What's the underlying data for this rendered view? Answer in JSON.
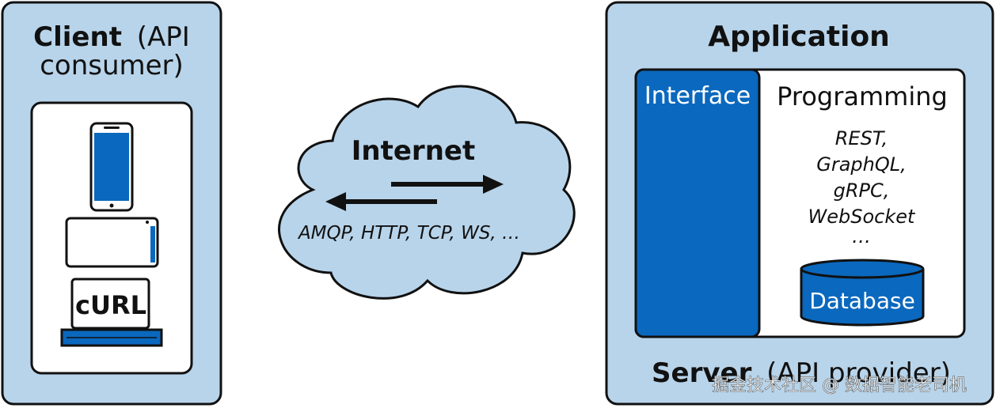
{
  "colors": {
    "panel_fill": "#b8d4ea",
    "accent_blue": "#0a68be",
    "outline": "#111111",
    "white": "#ffffff",
    "watermark": "#ffffff"
  },
  "client": {
    "title_bold": "Client",
    "title_rest": "(API",
    "title_line2": "consumer)",
    "devices": [
      {
        "icon": "smartphone-icon"
      },
      {
        "icon": "tablet-icon"
      },
      {
        "icon": "laptop-icon",
        "screen_label": "cURL"
      }
    ]
  },
  "network": {
    "title": "Internet",
    "protocols": "AMQP, HTTP, TCP, WS, …",
    "icons": [
      "cloud-icon",
      "arrow-right-icon",
      "arrow-left-icon"
    ]
  },
  "server": {
    "title": "Application",
    "interface_label": "Interface",
    "programming_label": "Programming",
    "styles": [
      "REST,",
      "GraphQL,",
      "gRPC,",
      "WebSocket",
      "…"
    ],
    "database_label": "Database",
    "footer_bold": "Server",
    "footer_rest": "(API provider)"
  },
  "watermark": "掘金技术社区 @ 数据智能老司机"
}
